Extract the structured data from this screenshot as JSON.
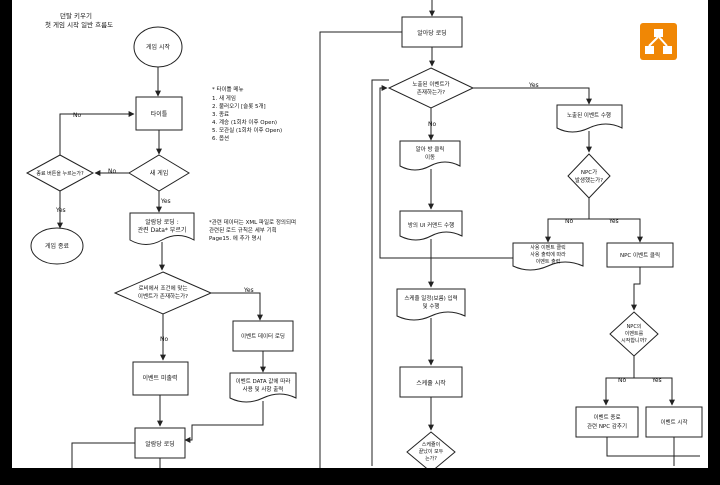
{
  "header": {
    "line1": "던탈 키우기",
    "line2": "첫 게임 시작 일반 흐름도"
  },
  "notes": {
    "title_menu": [
      "* 타이틀 메뉴",
      "1. 새 게임",
      "2. 불러오기 [슬롯 5개]",
      "3. 종료",
      "4. 계승 (1회차 이후 Open)",
      "5. 모관실 (1회차 이후 Open)",
      "6. 옵션"
    ],
    "xml_note": [
      "*관련 데이터는 XML 파일로 정의되며",
      "관련된 로드 규칙은 세부 기획",
      "Page15. 에 추가 명시"
    ]
  },
  "nodes": {
    "game_start": "게임 시작",
    "title": "타이틀",
    "new_game": "새 게임",
    "exit_btn": "종료 버튼을 누르는가?",
    "game_end": "게임 종료",
    "alarm_load1": [
      "알람당 로딩 :",
      "관련 Data* 부르기"
    ],
    "lobby_event_q": [
      "로비에서 조건에 맞는",
      "이벤트가 존재하는가?"
    ],
    "event_data_load": "이벤트 데이터 로딩",
    "event_out": "이벤트 미출력",
    "event_data_cond": [
      "이벤트 DATA 값에 따라",
      "사용 및 사항 출력"
    ],
    "alarm_load2": "알람당 로딩",
    "alarm_load_top": "알아당 로딩",
    "exposed_event_q": [
      "노출된 이벤트가",
      "존재하는가?"
    ],
    "exposed_event_do": "노출된 이벤트 수행",
    "move_btn": [
      "알아 방 클릭",
      "이동"
    ],
    "room_ui": "방의 UI 커맨드 수행",
    "npc_q": [
      "NPC가",
      "발생했는가?"
    ],
    "npc_event_click": "NPC 이벤트 클릭",
    "room_event": [
      "사용 이벤트 클릭",
      "사용 출력에 따라",
      "이벤트 출력"
    ],
    "schedule_set": [
      "스케쥴 일정(보름) 입력",
      "및 수행"
    ],
    "npc_event_q": [
      "NPC의",
      "이벤트를",
      "시작합니까?"
    ],
    "schedule_start": "스케쥴 시작",
    "event_end": [
      "이벤트 종료",
      "관련 NPC 감추기"
    ],
    "event_start": "이벤트 시작",
    "schedule_q": [
      "스케쥴이",
      "끝났이 모두",
      "는가?"
    ]
  },
  "labels": {
    "yes": "Yes",
    "no": "No"
  },
  "colors": {
    "no": "#d33a2c",
    "logo_bg": "#f08705",
    "line": "#222222"
  },
  "icons": {
    "logo": "drawio-logo-icon"
  }
}
